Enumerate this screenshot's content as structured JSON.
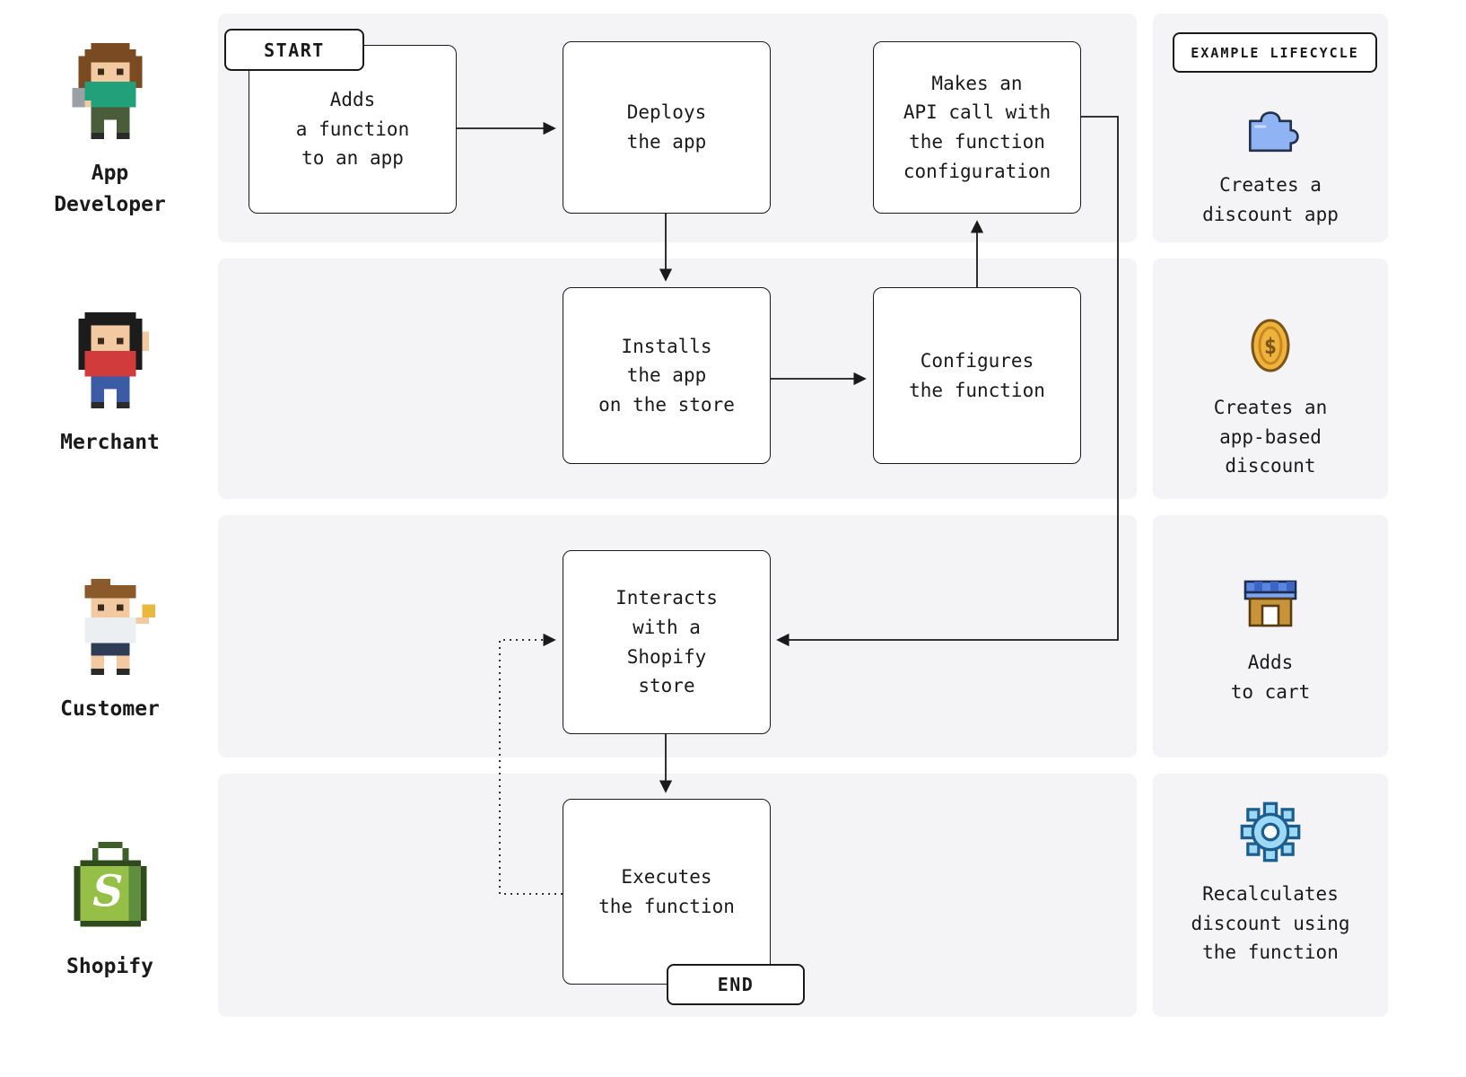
{
  "example_header": "EXAMPLE LIFECYCLE",
  "start_label": "START",
  "end_label": "END",
  "actors": [
    {
      "name": "App\nDeveloper",
      "icon": "app-developer-avatar"
    },
    {
      "name": "Merchant",
      "icon": "merchant-avatar"
    },
    {
      "name": "Customer",
      "icon": "customer-avatar"
    },
    {
      "name": "Shopify",
      "icon": "shopify-bag-icon"
    }
  ],
  "nodes": [
    {
      "id": "adds-function",
      "label": "Adds\na function\nto an app"
    },
    {
      "id": "deploys-app",
      "label": "Deploys\nthe app"
    },
    {
      "id": "api-call",
      "label": "Makes an\nAPI call with\nthe function\nconfiguration"
    },
    {
      "id": "installs-app",
      "label": "Installs\nthe app\non the store"
    },
    {
      "id": "configures-function",
      "label": "Configures\nthe function"
    },
    {
      "id": "interacts-store",
      "label": "Interacts\nwith a\nShopify\nstore"
    },
    {
      "id": "executes-function",
      "label": "Executes\nthe function"
    }
  ],
  "examples": [
    {
      "icon": "puzzle-icon",
      "caption": "Creates a\ndiscount app"
    },
    {
      "icon": "coin-icon",
      "caption": "Creates an\napp-based\ndiscount"
    },
    {
      "icon": "storefront-icon",
      "caption": "Adds\nto cart"
    },
    {
      "icon": "gear-icon",
      "caption": "Recalculates\ndiscount using\nthe function"
    }
  ],
  "colors": {
    "lane_bg": "#f4f4f6",
    "box_border": "#1a1a1a",
    "text": "#1a1a1a",
    "puzzle_blue": "#8fb3f3",
    "coin_gold": "#edb33c",
    "awning_blue": "#5b86e0",
    "store_tan": "#c8943a",
    "gear_blue": "#9ed8f7",
    "shopify_green": "#95bf47",
    "shopify_green_dark": "#5e8e3e"
  }
}
